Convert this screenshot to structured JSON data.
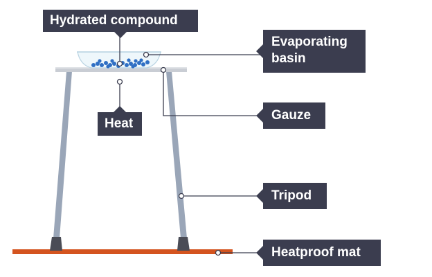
{
  "labels": {
    "hydrated_compound": "Hydrated compound",
    "evaporating_basin_line1": "Evaporating",
    "evaporating_basin_line2": "basin",
    "heat": "Heat",
    "gauze": "Gauze",
    "tripod": "Tripod",
    "heatproof_mat": "Heatproof mat"
  },
  "colors": {
    "label_bg": "#3b3d4f",
    "mat": "#d4541f",
    "tripod_leg": "#9aa6b8",
    "tripod_foot": "#4a4c56",
    "gauze": "#c9cdd4",
    "crystals": "#2f6fc4",
    "basin": "#e8f4fa"
  }
}
